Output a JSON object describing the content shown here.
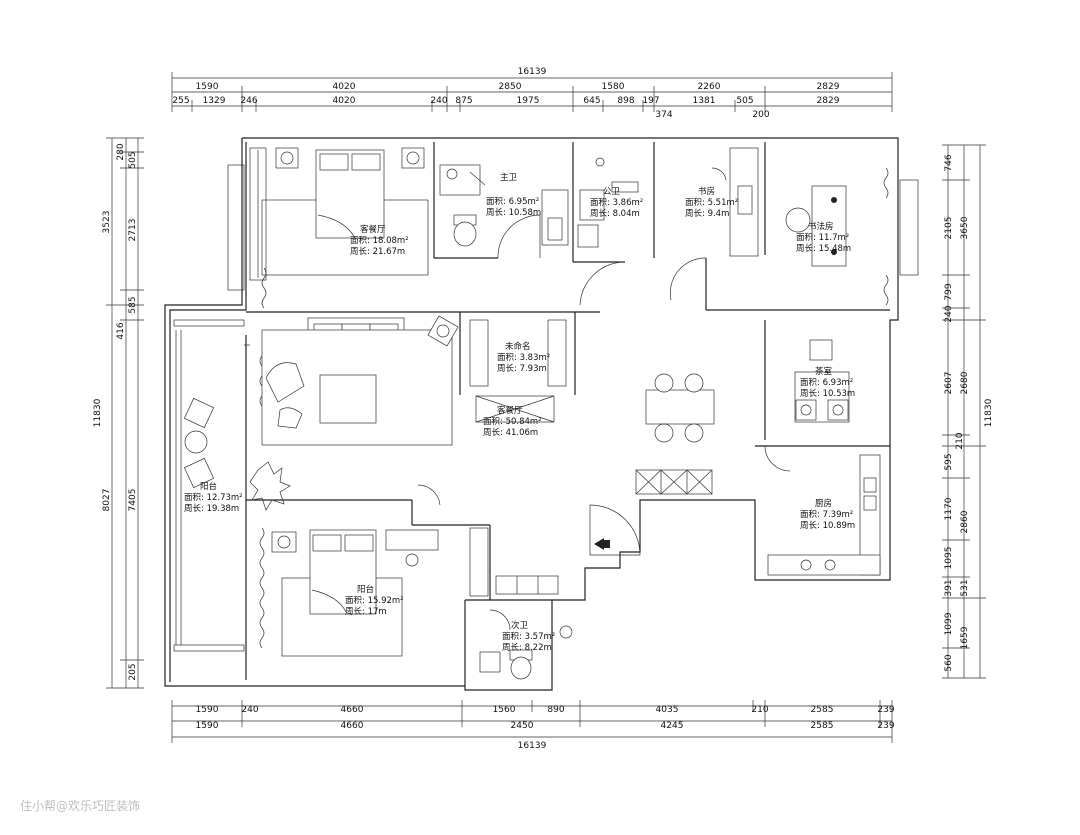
{
  "title": "",
  "watermark": "住小帮@欢乐巧匠装饰",
  "dimensions": {
    "top_total": "16139",
    "top_row1": [
      "1590",
      "4020",
      "2850",
      "1580",
      "2260",
      "2829"
    ],
    "top_row2": [
      "255",
      "1329",
      "246",
      "4020",
      "240",
      "875",
      "1975",
      "645",
      "898",
      "197",
      "1381",
      "505",
      "2829"
    ],
    "top_row3": [
      "374",
      "200"
    ],
    "bottom_row1": [
      "1590",
      "240",
      "4660",
      "1560",
      "890",
      "4035",
      "210",
      "2585",
      "239"
    ],
    "bottom_row2": [
      "1590",
      "4660",
      "2450",
      "4245",
      "2585",
      "239"
    ],
    "bottom_total": "16139",
    "left_outer": [
      "3523",
      "11830",
      "8027"
    ],
    "left_inner": [
      "280",
      "505",
      "2713",
      "585",
      "416",
      "7405",
      "205"
    ],
    "right_inner": [
      "746",
      "2105",
      "799",
      "240",
      "2607",
      "210",
      "595",
      "1170",
      "1095",
      "391",
      "1099",
      "560"
    ],
    "right_outer": [
      "3650",
      "2680",
      "11830",
      "2860",
      "531",
      "1659"
    ]
  },
  "rooms": [
    {
      "name": "客餐厅",
      "area": "面积: 18.08m²",
      "perimeter": "周长: 21.67m"
    },
    {
      "name": "主卫",
      "area": "面积: 6.95m²",
      "perimeter": "周长: 10.58m"
    },
    {
      "name": "公卫",
      "area": "面积: 3.86m²",
      "perimeter": "周长: 8.04m"
    },
    {
      "name": "书房",
      "area": "面积: 5.51m²",
      "perimeter": "周长: 9.4m"
    },
    {
      "name": "书法房",
      "area": "面积: 11.7m²",
      "perimeter": "周长: 15.48m"
    },
    {
      "name": "未命名",
      "area": "面积: 3.83m²",
      "perimeter": "周长: 7.93m"
    },
    {
      "name": "客餐厅",
      "area": "面积: 50.84m²",
      "perimeter": "周长: 41.06m"
    },
    {
      "name": "茶室",
      "area": "面积: 6.93m²",
      "perimeter": "周长: 10.53m"
    },
    {
      "name": "阳台",
      "area": "面积: 12.73m²",
      "perimeter": "周长: 19.38m"
    },
    {
      "name": "厨房",
      "area": "面积: 7.39m²",
      "perimeter": "周长: 10.89m"
    },
    {
      "name": "阳台",
      "area": "面积: 15.92m²",
      "perimeter": "周长: 17m"
    },
    {
      "name": "次卫",
      "area": "面积: 3.57m²",
      "perimeter": "周长: 8.22m"
    }
  ]
}
